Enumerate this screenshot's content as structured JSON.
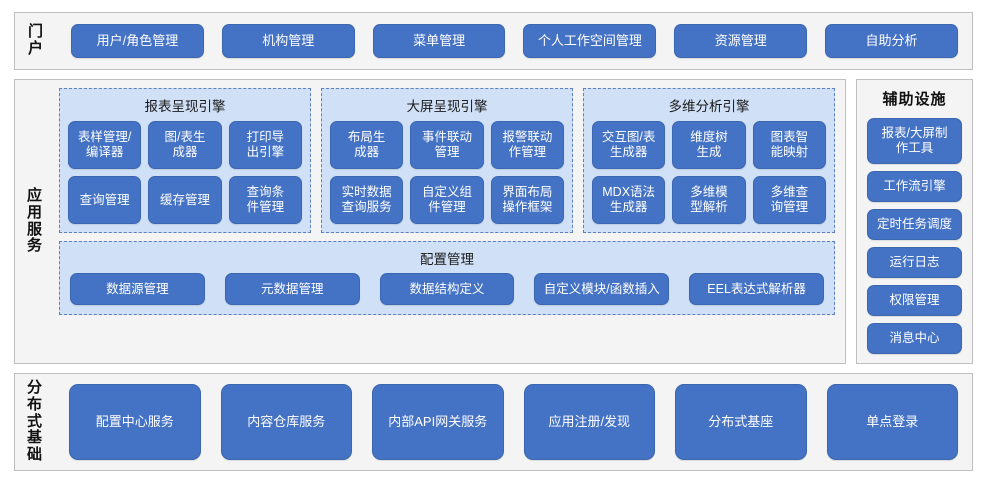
{
  "portal": {
    "label": "门户",
    "items": [
      {
        "label": "用户/角色管理"
      },
      {
        "label": "机构管理"
      },
      {
        "label": "菜单管理"
      },
      {
        "label": "个人工作空间管理"
      },
      {
        "label": "资源管理"
      },
      {
        "label": "自助分析"
      }
    ]
  },
  "app_services": {
    "label": "应用服务",
    "engines": [
      {
        "title": "报表呈现引擎",
        "items": [
          {
            "label": "表样管理/\n编译器"
          },
          {
            "label": "图/表生\n成器"
          },
          {
            "label": "打印导\n出引擎"
          },
          {
            "label": "查询管理"
          },
          {
            "label": "缓存管理"
          },
          {
            "label": "查询条\n件管理"
          }
        ]
      },
      {
        "title": "大屏呈现引擎",
        "items": [
          {
            "label": "布局生\n成器"
          },
          {
            "label": "事件联动\n管理"
          },
          {
            "label": "报警联动\n作管理"
          },
          {
            "label": "实时数据\n查询服务"
          },
          {
            "label": "自定义组\n件管理"
          },
          {
            "label": "界面布局\n操作框架"
          }
        ]
      },
      {
        "title": "多维分析引擎",
        "items": [
          {
            "label": "交互图/表\n生成器"
          },
          {
            "label": "维度树\n生成"
          },
          {
            "label": "图表智\n能映射"
          },
          {
            "label": "MDX语法\n生成器"
          },
          {
            "label": "多维模\n型解析"
          },
          {
            "label": "多维查\n询管理"
          }
        ]
      }
    ],
    "config": {
      "title": "配置管理",
      "items": [
        {
          "label": "数据源管理"
        },
        {
          "label": "元数据管理"
        },
        {
          "label": "数据结构定义"
        },
        {
          "label": "自定义模块/函数插入"
        },
        {
          "label": "EEL表达式解析器"
        }
      ]
    }
  },
  "aux": {
    "title": "辅助设施",
    "items": [
      {
        "label": "报表/大屏制\n作工具",
        "tall": true
      },
      {
        "label": "工作流引擎",
        "tall": false
      },
      {
        "label": "定时任务调度",
        "tall": false
      },
      {
        "label": "运行日志",
        "tall": false
      },
      {
        "label": "权限管理",
        "tall": false
      },
      {
        "label": "消息中心",
        "tall": false
      }
    ]
  },
  "base": {
    "label": "分布式基础",
    "items": [
      {
        "label": "配置中心服务"
      },
      {
        "label": "内容仓库服务"
      },
      {
        "label": "内部API网关服务"
      },
      {
        "label": "应用注册/发现"
      },
      {
        "label": "分布式基座"
      },
      {
        "label": "单点登录"
      }
    ]
  },
  "colors": {
    "button_blue": "#4472c4",
    "panel_bg": "#f4f4f4",
    "group_bg": "#cfe0f7",
    "border_gray": "#bfbfbf",
    "dashed_blue": "#5b7fc0"
  }
}
